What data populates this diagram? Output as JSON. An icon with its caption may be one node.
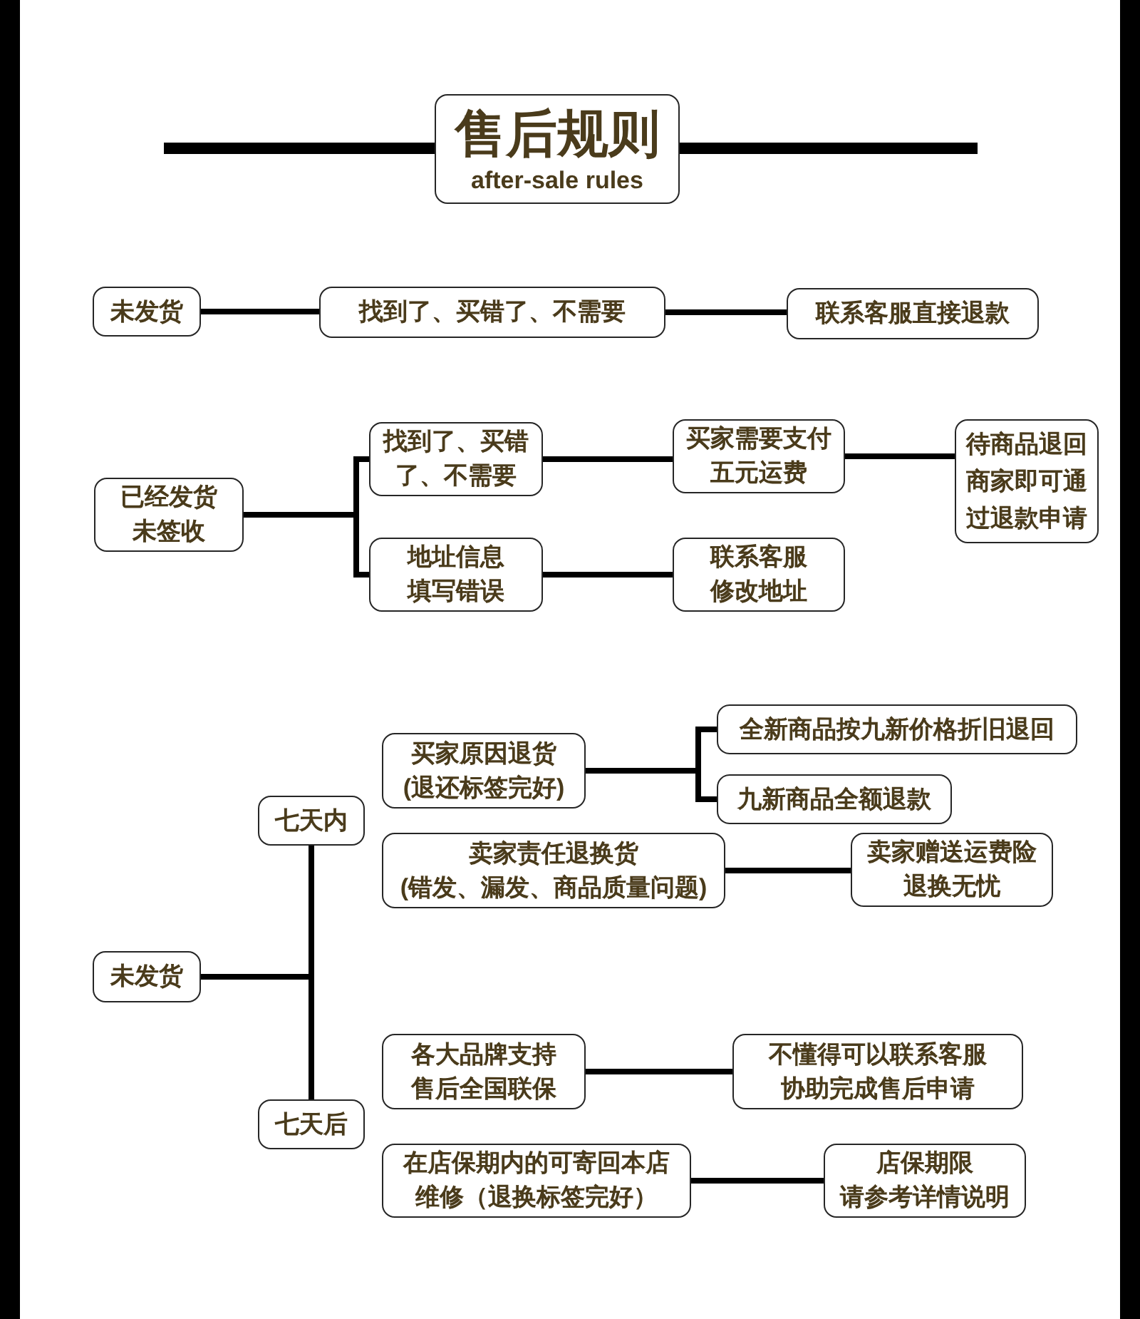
{
  "diagram": {
    "nodes": [
      {
        "text": [
          "售后规则",
          "after-sale rules"
        ]
      },
      {
        "text": [
          "未发货"
        ]
      },
      {
        "text": [
          "找到了、买错了、不需要"
        ]
      },
      {
        "text": [
          "联系客服直接退款"
        ]
      },
      {
        "text": [
          "已经发货未签收"
        ]
      },
      {
        "text": [
          "找到了、买错了、不需要"
        ]
      },
      {
        "text": [
          "买家需要支付五元运费"
        ]
      },
      {
        "text": [
          "待商品退回商家即可通过退款申请"
        ]
      },
      {
        "text": [
          "地址信息填写错误"
        ]
      },
      {
        "text": [
          "联系客服修改地址"
        ]
      },
      {
        "text": [
          "未发货"
        ]
      },
      {
        "text": [
          "七天内"
        ]
      },
      {
        "text": [
          "七天后"
        ]
      },
      {
        "text": [
          "买家原因退货(退还标签完好)"
        ]
      },
      {
        "text": [
          "全新商品按九新价格折旧退回"
        ]
      },
      {
        "text": [
          "九新商品全额退款"
        ]
      },
      {
        "text": [
          "卖家责任退换货(错发、漏发、商品质量问题)"
        ]
      },
      {
        "text": [
          "卖家赠送运费险退换无忧"
        ]
      },
      {
        "text": [
          "各大品牌支持售后全国联保"
        ]
      },
      {
        "text": [
          "不懂得可以联系客服协助完成售后申请"
        ]
      },
      {
        "text": [
          "在店保期内的可寄回本店维修（退换标签完好）"
        ]
      },
      {
        "text": [
          "店保期限请参考详情说明"
        ]
      }
    ],
    "edges": [
      {
        "from": 1,
        "to": 2,
        "arrow": "none"
      },
      {
        "from": 2,
        "to": 3,
        "arrow": "none"
      },
      {
        "from": 4,
        "to": 5,
        "arrow": "none"
      },
      {
        "from": 4,
        "to": 8,
        "arrow": "none"
      },
      {
        "from": 5,
        "to": 6,
        "arrow": "none"
      },
      {
        "from": 6,
        "to": 7,
        "arrow": "none"
      },
      {
        "from": 8,
        "to": 9,
        "arrow": "none"
      },
      {
        "from": 10,
        "to": 11,
        "arrow": "none"
      },
      {
        "from": 10,
        "to": 12,
        "arrow": "none"
      },
      {
        "from": 13,
        "to": 14,
        "arrow": "none"
      },
      {
        "from": 13,
        "to": 15,
        "arrow": "none"
      },
      {
        "from": 16,
        "to": 17,
        "arrow": "none"
      },
      {
        "from": 18,
        "to": 19,
        "arrow": "none"
      },
      {
        "from": 20,
        "to": 21,
        "arrow": "none"
      }
    ]
  }
}
